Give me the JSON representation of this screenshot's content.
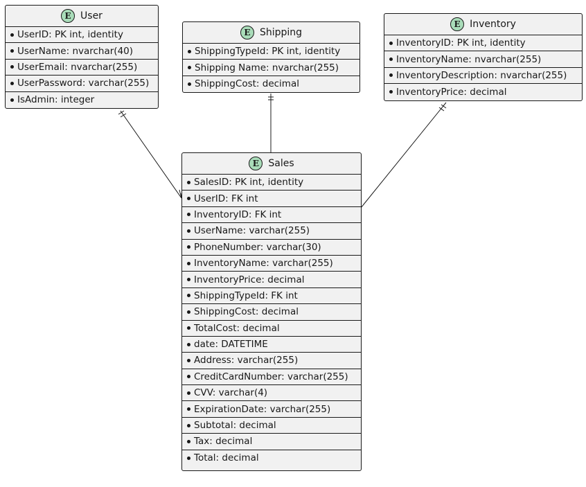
{
  "entities": {
    "user": {
      "badge": "E",
      "name": "User",
      "fields": [
        "UserID: PK int, identity",
        "UserName: nvarchar(40)",
        "UserEmail: nvarchar(255)",
        "UserPassword: varchar(255)",
        "IsAdmin: integer"
      ]
    },
    "shipping": {
      "badge": "E",
      "name": "Shipping",
      "fields": [
        "ShippingTypeId: PK int, identity",
        "Shipping Name: nvarchar(255)",
        "ShippingCost: decimal"
      ]
    },
    "inventory": {
      "badge": "E",
      "name": "Inventory",
      "fields": [
        "InventoryID: PK int, identity",
        "InventoryName: nvarchar(255)",
        "InventoryDescription: nvarchar(255)",
        "InventoryPrice: decimal"
      ]
    },
    "sales": {
      "badge": "E",
      "name": "Sales",
      "fields": [
        "SalesID: PK int, identity",
        "UserID: FK int",
        "InventoryID: FK int",
        "UserName: varchar(255)",
        "PhoneNumber: varchar(30)",
        "InventoryName: varchar(255)",
        "InventoryPrice: decimal",
        "ShippingTypeId: FK int",
        "ShippingCost: decimal",
        "TotalCost: decimal",
        "date: DATETIME",
        "Address: varchar(255)",
        "CreditCardNumber: varchar(255)",
        "CVV: varchar(4)",
        "ExpirationDate: varchar(255)",
        "Subtotal: decimal",
        "Tax: decimal",
        "Total: decimal"
      ]
    }
  },
  "relationships": [
    {
      "from": "user",
      "to": "sales",
      "from_cardinality": "exactly-one",
      "to_cardinality": "many"
    },
    {
      "from": "shipping",
      "to": "sales",
      "from_cardinality": "exactly-one",
      "to_cardinality": "none"
    },
    {
      "from": "inventory",
      "to": "sales",
      "from_cardinality": "exactly-one",
      "to_cardinality": "none"
    }
  ]
}
